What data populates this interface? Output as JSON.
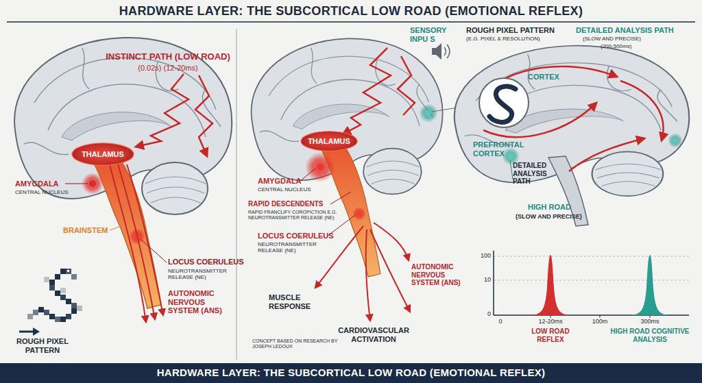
{
  "diagram": {
    "title": "HARDWARE LAYER: THE SUBCORTICAL LOW ROAD (EMOTIONAL REFLEX)",
    "caption": "HARDWARE LAYER: THE SUBCORTICAL LOW ROAD (EMOTIONAL REFLEX)",
    "nodes": [
      {
        "text": [
          "THALAMUS"
        ]
      },
      {
        "text": [
          "THALAMUS"
        ]
      }
    ],
    "labels": [
      "INSTINCT PATH (LOW ROAD)",
      "(0.02s) (12-20ms)",
      "AMYGDALA",
      "CENTRAL NUCLEUS",
      "BRAINSTEM",
      "LOCUS COERULEUS",
      "NEUROTRANSMITTER RELEASE (NE)",
      "AUTONOMIC NERVOUS SYSTEM (ANS)",
      "ROUGH PIXEL PATTERN",
      "SENSORY INPU S",
      "AMYGDALA",
      "CENTRAL NUCLEUS",
      "RAPID DESCENDENTS",
      "RAPID FRANCLIFY COROPICTION E.G. NEUROTRANSMITTER RELEASE (NE)",
      "LOCUS COERULEUS",
      "NEUROTRANSMITTER RELEASE (NE)",
      "AUTONOMIC NERVOUS SYSTEM (ANS)",
      "MUSCLE RESPONSE",
      "CARDIOVASCULAR ACTIVATION",
      "CONCEPT BASED ON RESEARCH BY JOSEPH LEDOUX",
      "ROUGH PIXEL PATTERN",
      "(E.G. PIXEL & RESOLUTION)",
      "DETAILED ANALYSIS PATH",
      "(SLOW AND PRECISE)",
      "(200-500ms)",
      "CORTEX",
      "PREFRONTAL CORTEX",
      "DETAILED ANALYSIS PATH",
      "HIGH ROAD",
      "(SLOW AND PRECISE)",
      "100",
      "10",
      "0",
      "0",
      "12-20ms",
      "100m",
      "300ms",
      "LOW ROAD REFLEX",
      "HIGH ROAD COGNITIVE ANALYSIS"
    ]
  }
}
